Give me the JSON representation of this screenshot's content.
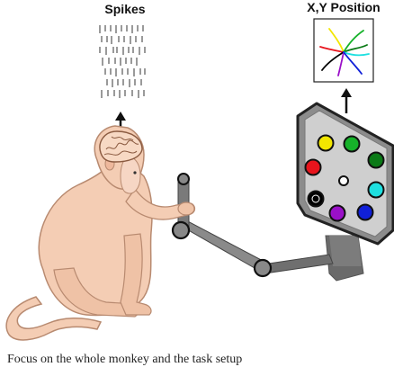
{
  "labels": {
    "spikes": "Spikes",
    "position": "X,Y Position"
  },
  "caption": "Focus on the whole monkey and the task setup",
  "target_colors": {
    "yellow": "#f2e600",
    "green": "#16b22a",
    "dark_green": "#0a7a16",
    "red": "#e8141c",
    "cyan": "#1ee0e0",
    "black": "#000000",
    "purple": "#9a10c8",
    "blue": "#1020d8",
    "center": "#ffffff"
  },
  "colors": {
    "monkey_fur": "#f4cdb4",
    "monkey_outline": "#b88a70",
    "brain": "#f7d9c4",
    "panel_frame": "#8c8c8c",
    "panel_inner": "#cfcfcf",
    "arm": "#7a7a7a",
    "spike_color": "#9a9a9a"
  }
}
